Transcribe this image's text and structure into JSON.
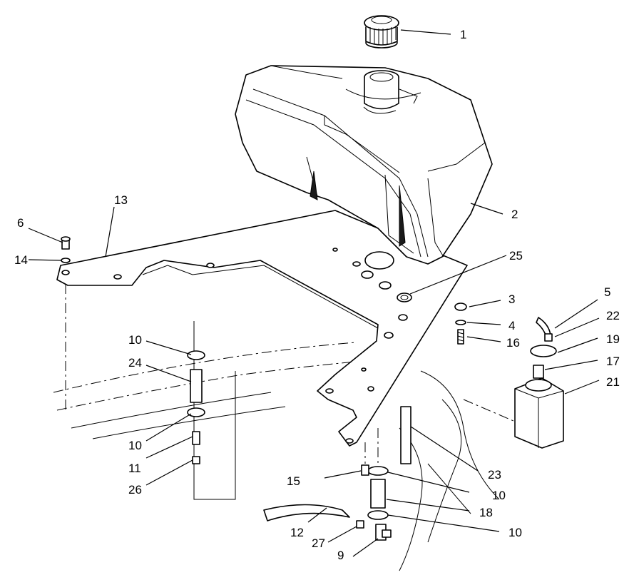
{
  "callouts": {
    "c1": "1",
    "c2": "2",
    "c3": "3",
    "c4": "4",
    "c5": "5",
    "c6": "6",
    "c9": "9",
    "c10a": "10",
    "c10b": "10",
    "c10c": "10",
    "c10d": "10",
    "c11": "11",
    "c12": "12",
    "c13": "13",
    "c14": "14",
    "c15": "15",
    "c16": "16",
    "c17": "17",
    "c18": "18",
    "c19": "19",
    "c21": "21",
    "c22": "22",
    "c23": "23",
    "c24": "24",
    "c25": "25",
    "c26": "26",
    "c27": "27"
  }
}
